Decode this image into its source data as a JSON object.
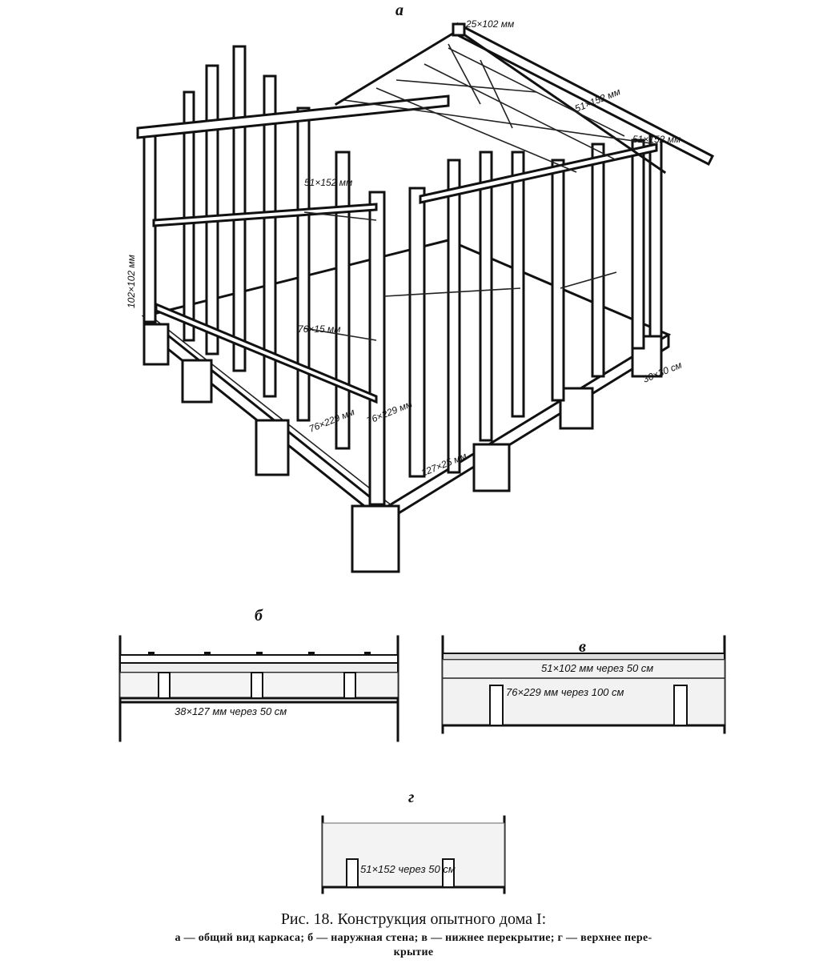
{
  "panels": {
    "a": "а",
    "b": "б",
    "v": "в",
    "g": "г"
  },
  "dimensions": {
    "ridge": "25×102 мм",
    "rafter": "51×152 мм",
    "eave": "51×152 мм",
    "beam_upper": "51×152 мм",
    "corner_post": "102×102 мм",
    "floor_beam": "76×229 мм",
    "stud": "76×15 мм",
    "sill": "127×25 мм",
    "pier": "30×30 см",
    "wall_plate": "38×127 мм",
    "brace": "76×229 мм"
  },
  "section_b": {
    "label": "38×127 мм  через 50 см"
  },
  "section_v": {
    "label_top": "51×102 мм  через 50 см",
    "label_mid": "76×229 мм  через 100 см"
  },
  "section_g": {
    "label": "51×152 через 50 см"
  },
  "caption": {
    "title": "Рис. 18. Конструкция опытного дома I:",
    "subtitle_line1": "а — общий вид каркаса; б — наружная стена; в — нижнее перекрытие; г — верхнее пере-",
    "subtitle_line2": "крытие"
  }
}
